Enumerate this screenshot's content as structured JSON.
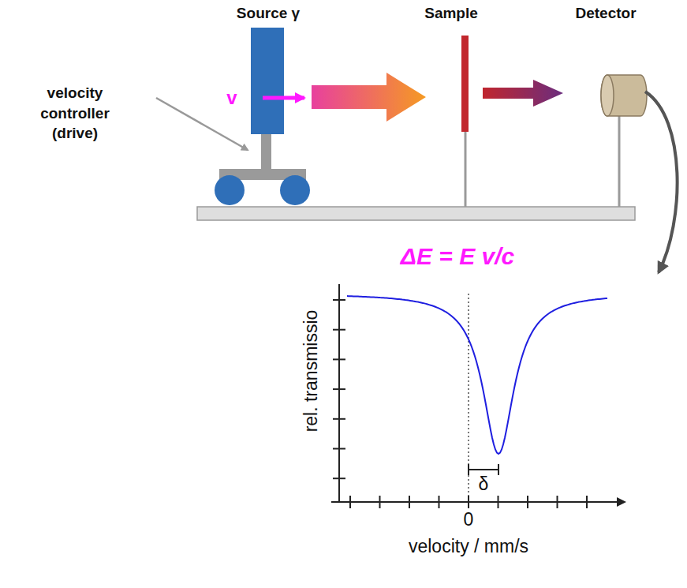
{
  "diagram": {
    "labels": [
      "Source γ",
      "Sample",
      "Detector",
      "velocity controller (drive)",
      "v",
      "ΔE = E v/c",
      "rel. transmissio",
      "δ",
      "0",
      "velocity / mm/s"
    ]
  }
}
